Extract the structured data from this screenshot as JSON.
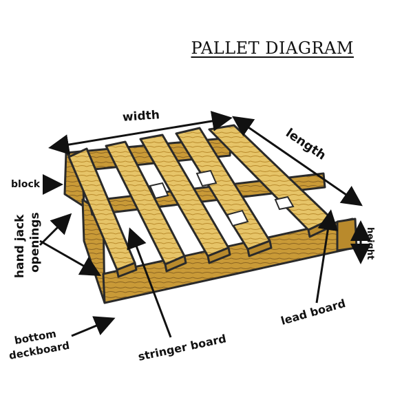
{
  "title": "PALLET DIAGRAM",
  "labels": {
    "width": "width",
    "length": "length",
    "block": "block",
    "hand_jack_line1": "hand jack",
    "hand_jack_line2": "openings",
    "height": "height",
    "lead_board": "lead board",
    "bottom_line1": "bottom",
    "bottom_line2": "deckboard",
    "stringer_board": "stringer board"
  },
  "colors": {
    "wood_light": "#e8c76a",
    "wood_mid": "#c99a37",
    "wood_dark": "#7a5a1c",
    "outline": "#2a2a2a"
  }
}
